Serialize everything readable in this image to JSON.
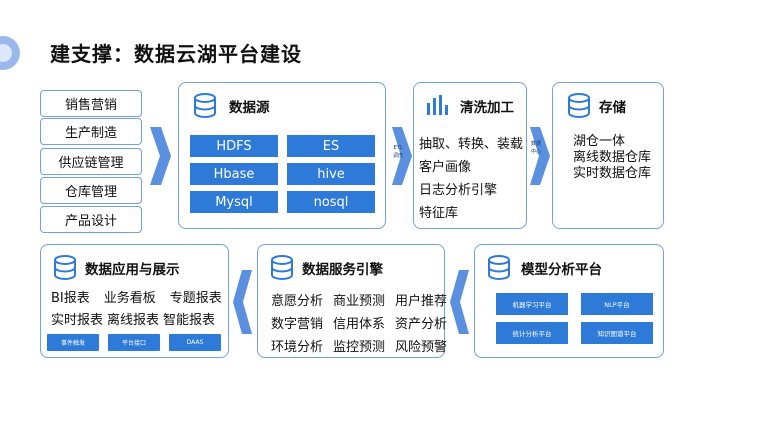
{
  "page": {
    "title": "建支撑：数据云湖平台建设"
  },
  "domains": [
    "销售营销",
    "生产制造",
    "供应链管理",
    "仓库管理",
    "产品设计"
  ],
  "datasource": {
    "title": "数据源",
    "tiles": [
      "HDFS",
      "ES",
      "Hbase",
      "hive",
      "Mysql",
      "nosql"
    ]
  },
  "etl_arrow": {
    "label": "ETL调度"
  },
  "cleaning": {
    "title": "清洗加工",
    "lines": [
      "抽取、转换、装载",
      "客户画像",
      "日志分析引擎",
      "特征库"
    ]
  },
  "center_arrow": {
    "label": "数据中心"
  },
  "storage": {
    "title": "存储",
    "lines": [
      "湖仓一体",
      "离线数据仓库",
      "实时数据仓库"
    ]
  },
  "model": {
    "title": "模型分析平台",
    "tiles": [
      "机器学习平台",
      "NLP平台",
      "统计分析平台",
      "知识图谱平台"
    ]
  },
  "service": {
    "title": "数据服务引擎",
    "rows": [
      [
        "意愿分析",
        "商业预测",
        "用户推荐"
      ],
      [
        "数字营销",
        "信用体系",
        "资产分析"
      ],
      [
        "环境分析",
        "监控预测",
        "风险预警"
      ]
    ]
  },
  "application": {
    "title": "数据应用与展示",
    "rows": [
      [
        "BI报表",
        "业务看板",
        "专题报表"
      ],
      [
        "实时报表",
        "离线报表",
        "智能报表"
      ]
    ],
    "buttons": [
      "事件触发",
      "平台接口",
      "DAAS"
    ]
  },
  "colors": {
    "accent": "#2e7ad8",
    "border": "#6fa0e8",
    "arrow": "#5b8fdf"
  }
}
